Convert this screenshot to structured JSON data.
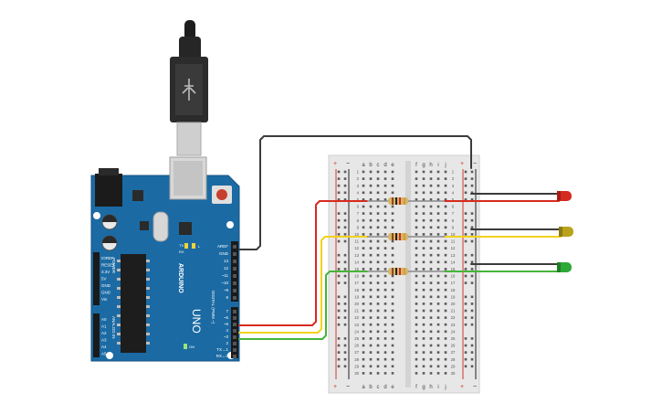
{
  "arduino": {
    "brand": "ARDUINO",
    "model": "UNO",
    "power_pins": [
      "IOREF",
      "RESET",
      "3.3V",
      "5V",
      "GND",
      "GND",
      "Vin"
    ],
    "analog_pins": [
      "A0",
      "A1",
      "A2",
      "A3",
      "A4",
      "A5"
    ],
    "power_title": "POWER",
    "analog_title": "ANALOG IN",
    "digital_top": [
      "AREF",
      "GND",
      "13",
      "12",
      "~11",
      "~10",
      "~9",
      "8"
    ],
    "digital_bottom": [
      "7",
      "~6",
      "~5",
      "4",
      "~3",
      "2",
      "TX→1",
      "RX←0"
    ],
    "digital_title": "DIGITAL (PWM ~)",
    "tx_label": "TX",
    "rx_label": "RX",
    "l_label": "L",
    "on_label": "ON"
  },
  "breadboard": {
    "columns_left": [
      "a",
      "b",
      "c",
      "d",
      "e"
    ],
    "columns_right": [
      "f",
      "g",
      "h",
      "i",
      "j"
    ],
    "rows": [
      "1",
      "2",
      "3",
      "4",
      "5",
      "6",
      "7",
      "8",
      "9",
      "10",
      "11",
      "12",
      "13",
      "14",
      "15",
      "16",
      "17",
      "18",
      "19",
      "20",
      "21",
      "22",
      "23",
      "24",
      "25",
      "26",
      "27",
      "28",
      "29",
      "30"
    ],
    "plus": "+",
    "minus": "−"
  },
  "leds": [
    {
      "name": "red",
      "color": "#d42a1f"
    },
    {
      "name": "yellow",
      "color": "#b9a21c"
    },
    {
      "name": "green",
      "color": "#2ea836"
    }
  ],
  "colors": {
    "board": "#1b6aa3",
    "breadboard": "#e7e7e7",
    "wire_black": "#3b3b3b",
    "wire_red": "#d82a1d",
    "wire_yellow": "#f2d21d",
    "wire_green": "#47b43a"
  }
}
